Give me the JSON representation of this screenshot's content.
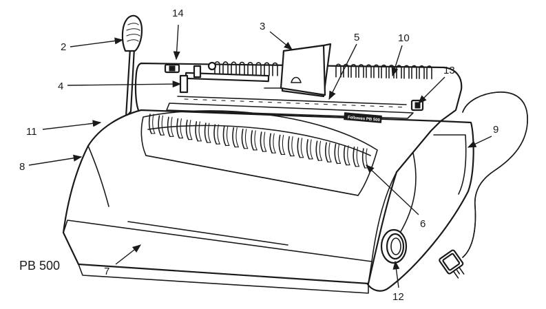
{
  "model_label": "PB 500",
  "plate_text": "Fellowes  PB 500",
  "callouts": [
    {
      "id": "c2",
      "label": "2"
    },
    {
      "id": "c3",
      "label": "3"
    },
    {
      "id": "c4",
      "label": "4"
    },
    {
      "id": "c5",
      "label": "5"
    },
    {
      "id": "c6",
      "label": "6"
    },
    {
      "id": "c7",
      "label": "7"
    },
    {
      "id": "c8",
      "label": "8"
    },
    {
      "id": "c9",
      "label": "9"
    },
    {
      "id": "c10",
      "label": "10"
    },
    {
      "id": "c11",
      "label": "11"
    },
    {
      "id": "c12",
      "label": "12"
    },
    {
      "id": "c13",
      "label": "13"
    },
    {
      "id": "c14",
      "label": "14"
    }
  ],
  "colors": {
    "line": "#1a1a1a",
    "background": "#ffffff"
  }
}
